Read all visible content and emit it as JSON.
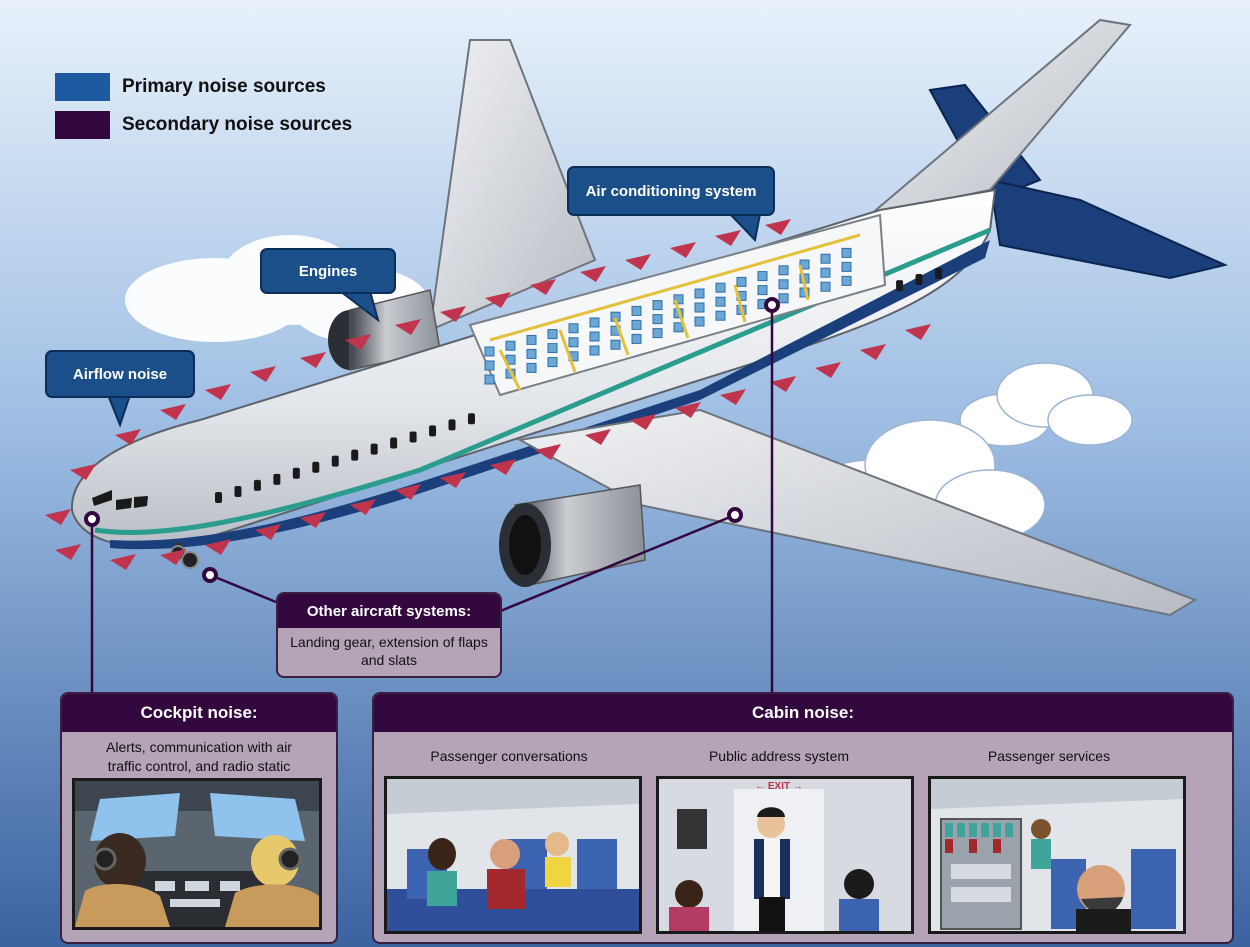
{
  "legend": {
    "primary": {
      "label": "Primary noise sources",
      "color": "#1d5aa0"
    },
    "secondary": {
      "label": "Secondary noise sources",
      "color": "#32083f"
    }
  },
  "callouts": {
    "air_conditioning": "Air conditioning system",
    "engines": "Engines",
    "airflow": "Airflow noise"
  },
  "other_systems": {
    "title": "Other aircraft systems:",
    "description": "Landing gear, extension of flaps and slats"
  },
  "cockpit": {
    "title": "Cockpit noise:",
    "description_line1": "Alerts, communication with air",
    "description_line2": "traffic control, and radio static"
  },
  "cabin": {
    "title": "Cabin noise:",
    "scenes": [
      {
        "label": "Passenger conversations"
      },
      {
        "label": "Public address system",
        "sign": "← EXIT →"
      },
      {
        "label": "Passenger services"
      }
    ]
  },
  "colors": {
    "sky_top": "#d7e8f7",
    "sky_bottom": "#3d6aa6",
    "noise_arrow": "#c0344e",
    "fuselage_stripe": "#2a9d8f",
    "tail": "#1a3f7a"
  }
}
